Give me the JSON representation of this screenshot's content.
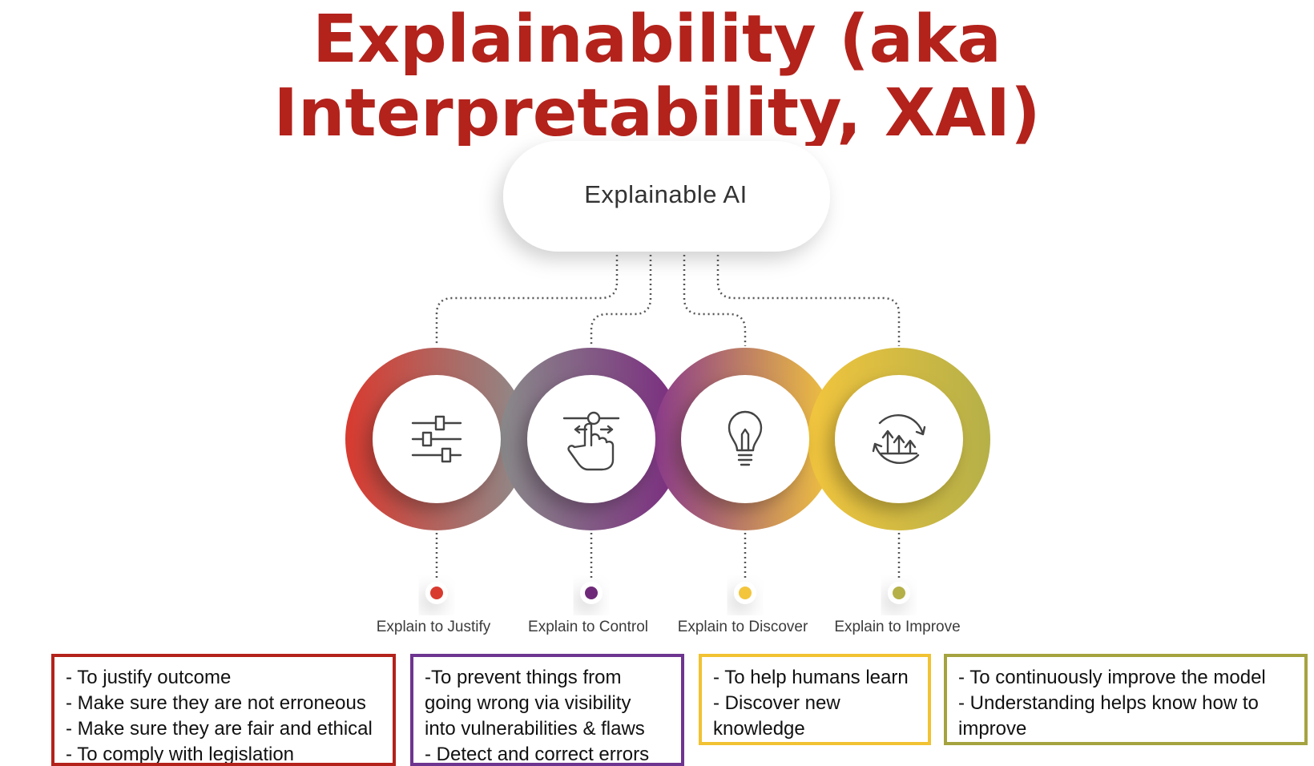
{
  "title": {
    "line1": "Explainability (aka",
    "line2": "Interpretability, XAI)"
  },
  "hub": {
    "label": "Explainable AI"
  },
  "steps": [
    {
      "label": "Explain to Justify",
      "icon": "sliders-icon",
      "color": "#d93a2f",
      "ring_start": "#d93a2f",
      "ring_end": "#8a8a8a"
    },
    {
      "label": "Explain to Control",
      "icon": "hand-tap-icon",
      "color": "#6e2a78",
      "ring_start": "#8a8a8a",
      "ring_end": "#7a2a7f"
    },
    {
      "label": "Explain to Discover",
      "icon": "lightbulb-icon",
      "color": "#f2c53d",
      "ring_start": "#8a3a8a",
      "ring_end": "#f2c53d"
    },
    {
      "label": "Explain to Improve",
      "icon": "improve-arrows-icon",
      "color": "#b5b048",
      "ring_start": "#f2c53d",
      "ring_end": "#b5b048"
    }
  ],
  "boxes": [
    {
      "text": "- To justify outcome\n- Make sure they are not erroneous\n- Make sure they are fair and ethical\n- To comply with legislation",
      "border": "#b3221b"
    },
    {
      "text": "-To prevent things from\ngoing wrong via visibility\ninto vulnerabilities & flaws\n- Detect and correct errors",
      "border": "#6e3590"
    },
    {
      "text": "- To help humans learn\n- Discover new\nknowledge",
      "border": "#f1c232"
    },
    {
      "text": "- To continuously improve the model\n- Understanding helps know how to\nimprove",
      "border": "#a5a33f"
    }
  ]
}
